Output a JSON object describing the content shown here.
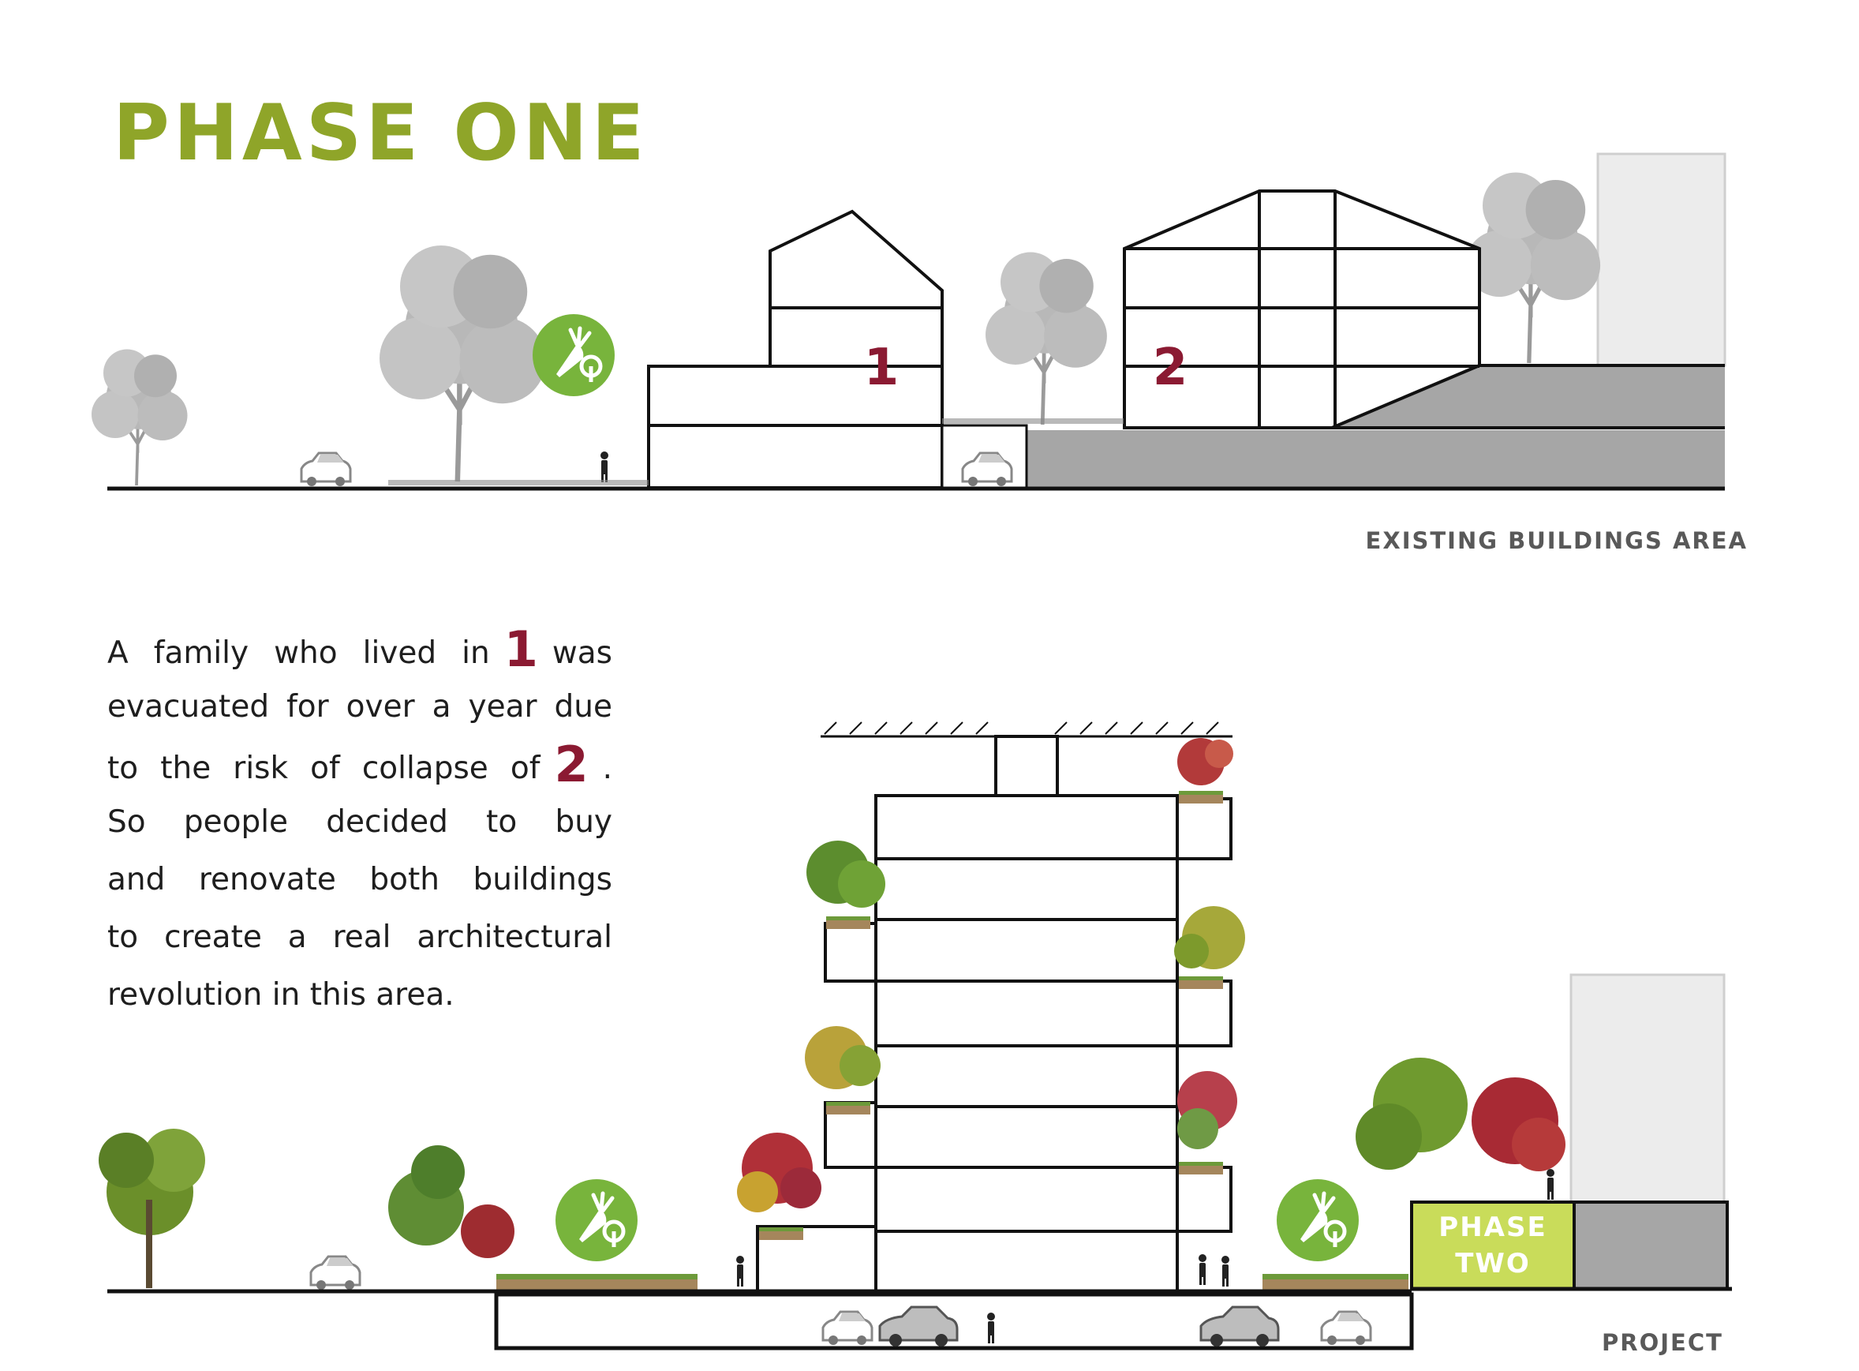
{
  "header": {
    "title": "PHASE ONE"
  },
  "sections": {
    "existing": {
      "caption": "EXISTING BUILDINGS AREA",
      "building_1_label": "1",
      "building_2_label": "2"
    },
    "project": {
      "caption": "PROJECT",
      "phase_two_line1": "PHASE",
      "phase_two_line2": "TWO"
    }
  },
  "description": {
    "line1_before": "A family who lived in",
    "line1_number": "1",
    "line1_after": "was",
    "line2": "evacuated for over a year due",
    "line3_before": "to the risk of collapse of",
    "line3_number": "2",
    "line3_after": ".",
    "line4": "So people decided to buy",
    "line5": "and renovate both buildings",
    "line6": "to create a real architectural",
    "line7": "revolution in this area."
  },
  "colors": {
    "title_green": "#8fa529",
    "number_red": "#8b1a32",
    "phase_two_fill": "#c9dc5a",
    "garden_icon_green": "#78b43c",
    "ground_grey": "#a6a6a6",
    "caption_grey": "#595959"
  },
  "icons": [
    "urban-garden-icon",
    "tree-icon",
    "car-icon",
    "person-icon"
  ]
}
